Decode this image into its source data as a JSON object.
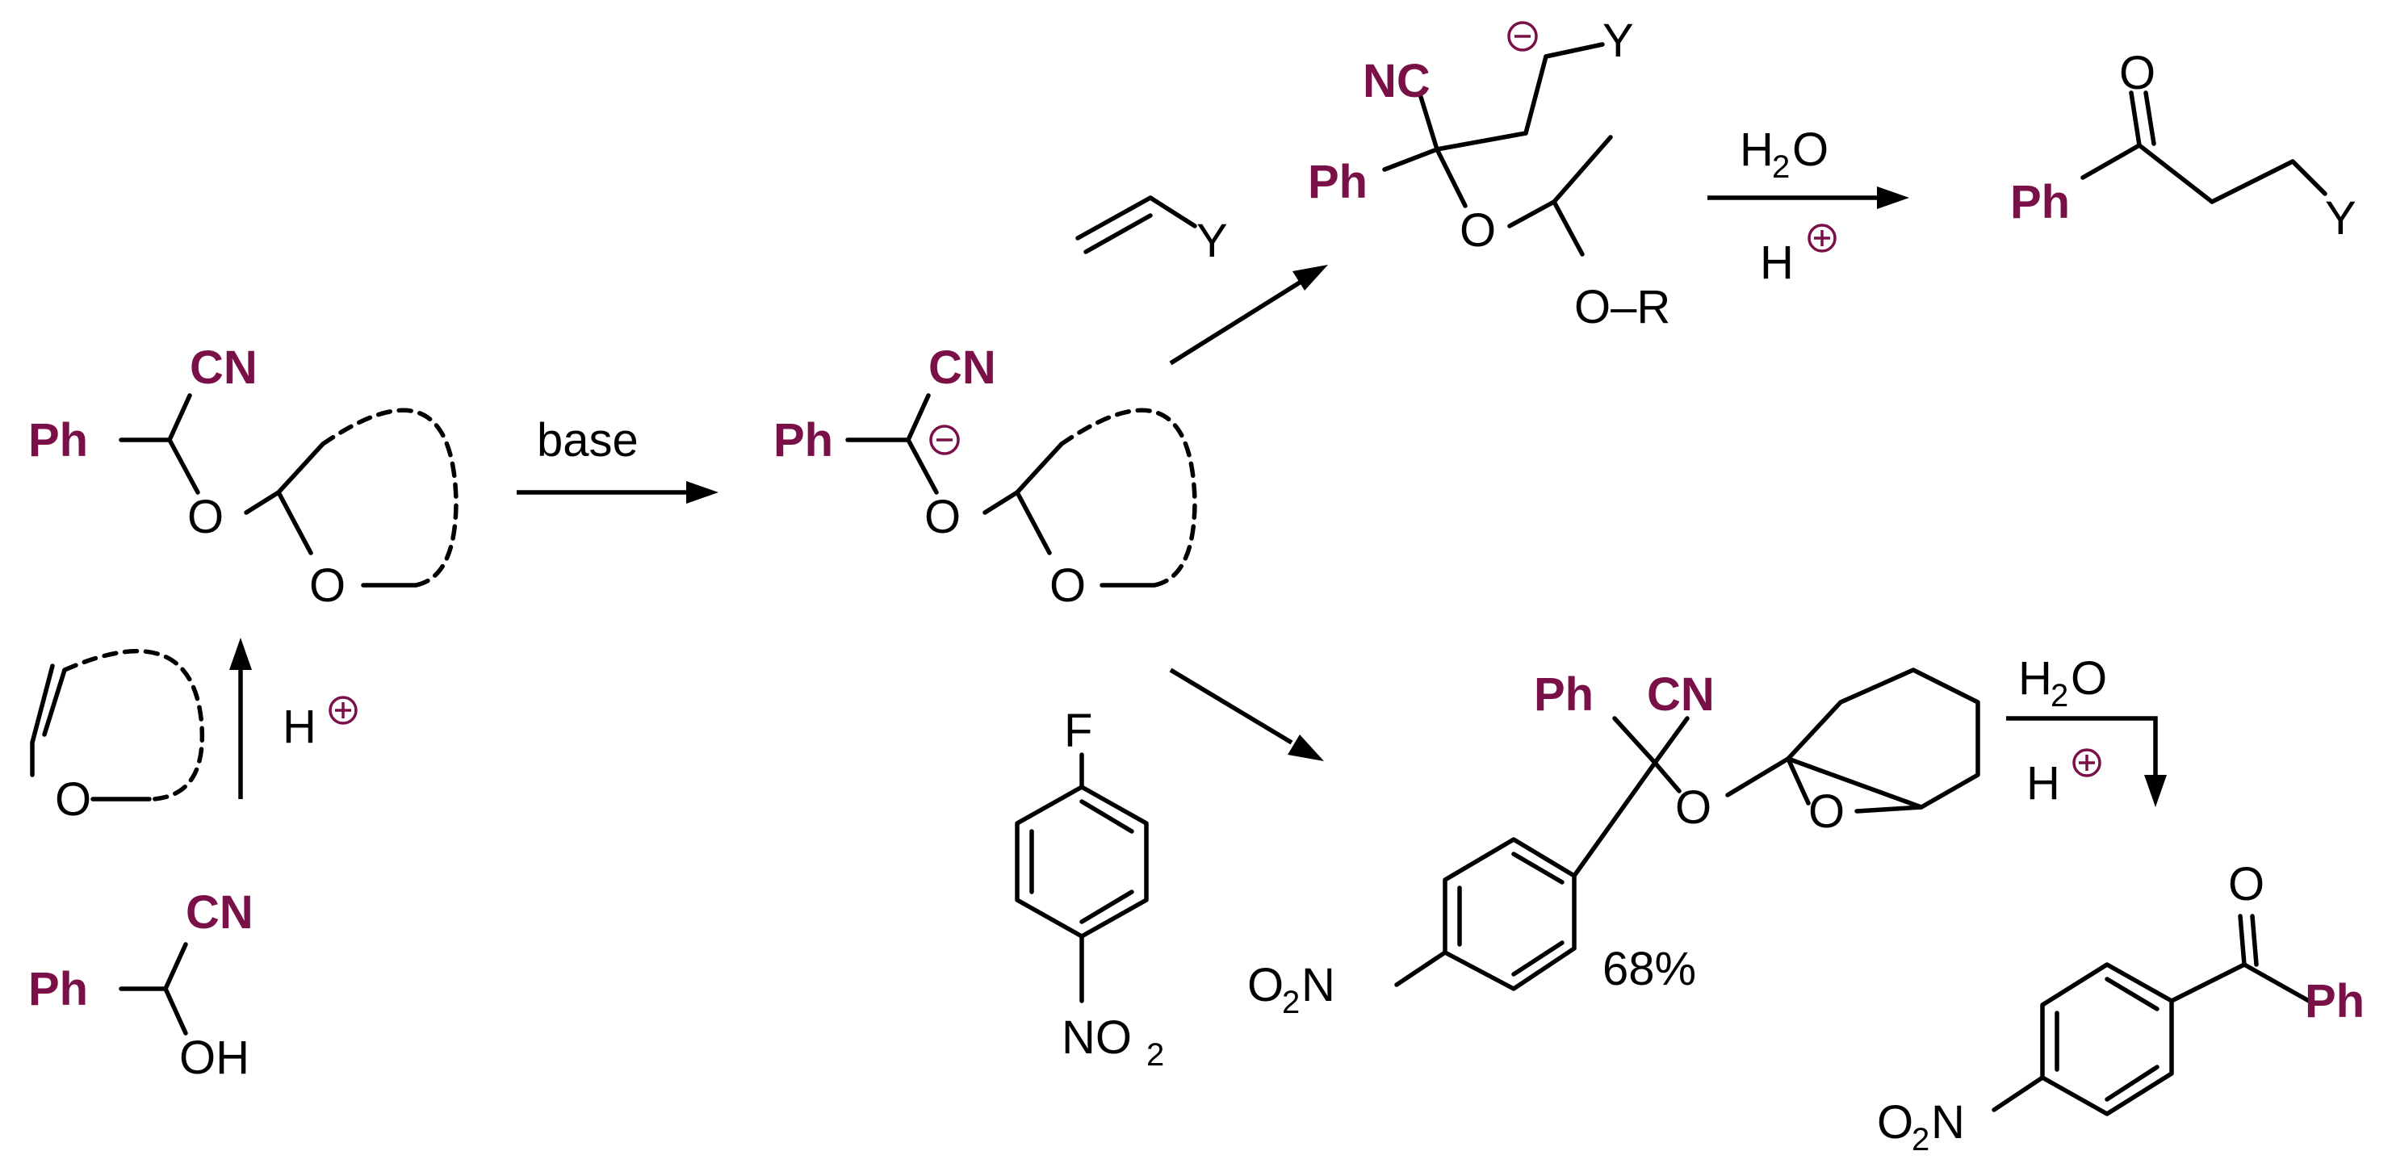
{
  "labels": {
    "ph": "Ph",
    "cn": "CN",
    "nc": "NC",
    "oh": "OH",
    "o": "O",
    "y": "Y",
    "or": "O–R",
    "f": "F",
    "no2_main": "NO",
    "no2_sub": "2",
    "o2n_o": "O",
    "o2n_sub": "2",
    "o2n_n": "N",
    "h": "H",
    "h2o_h": "H",
    "h2o_sub": "2",
    "h2o_o": "O"
  },
  "conditions": {
    "base": "base",
    "yield": "68%"
  },
  "colors": {
    "group": "#7a1048",
    "bond": "#000000"
  }
}
